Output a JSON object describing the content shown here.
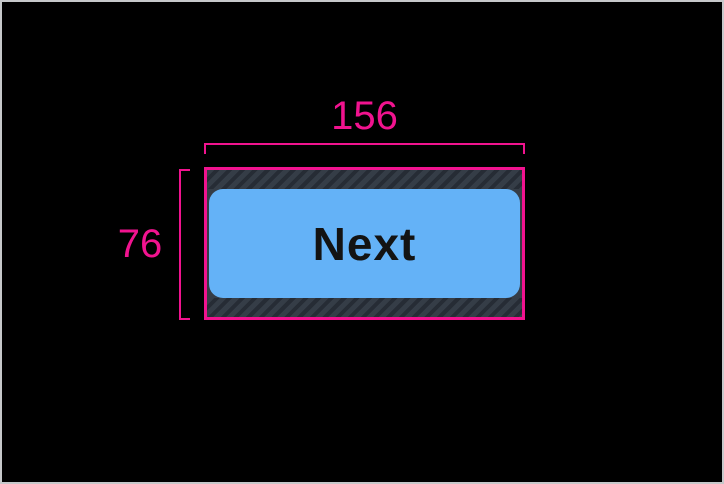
{
  "measurements": {
    "width": "156",
    "height": "76"
  },
  "button": {
    "label": "Next"
  },
  "colors": {
    "canvas-bg": "#000000",
    "frame-border": "#c6c8ca",
    "accent": "#F1138F",
    "hatch-base": "#353D47",
    "hatch-stripe": "#262C35",
    "button-bg": "#64B2F7",
    "button-text": "#131313"
  }
}
